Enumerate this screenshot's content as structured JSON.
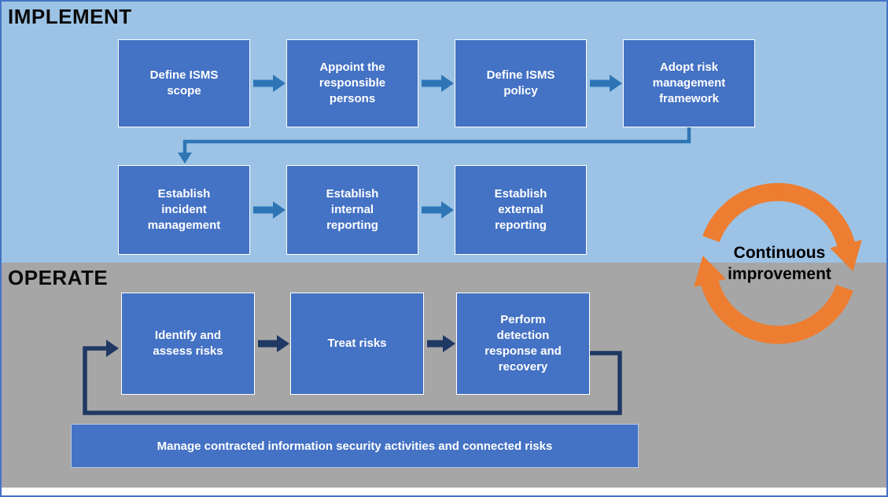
{
  "sections": {
    "implement": {
      "title": "IMPLEMENT",
      "row1": [
        {
          "label": "Define ISMS scope"
        },
        {
          "label": "Appoint the responsible persons"
        },
        {
          "label": "Define ISMS policy"
        },
        {
          "label": "Adopt risk management framework"
        }
      ],
      "row2": [
        {
          "label": "Establish incident management"
        },
        {
          "label": "Establish internal reporting"
        },
        {
          "label": "Establish external reporting"
        }
      ]
    },
    "operate": {
      "title": "OPERATE",
      "row": [
        {
          "label": "Identify and assess risks"
        },
        {
          "label": "Treat risks"
        },
        {
          "label": "Perform detection response and recovery"
        }
      ],
      "banner": {
        "label": "Manage contracted information security activities and connected risks"
      }
    }
  },
  "cycle": {
    "label": "Continuous improvement"
  },
  "colors": {
    "implement_background": "#9CC3E5",
    "operate_background": "#A6A6A6",
    "node_fill": "#4472C4",
    "node_border": "#FFFFFF",
    "node_text": "#FFFFFF",
    "arrow_blue": "#2E75B6",
    "arrow_navy": "#1F3864",
    "cycle_orange": "#ED7D31",
    "title_text": "#000000",
    "outer_border": "#4472C4"
  }
}
